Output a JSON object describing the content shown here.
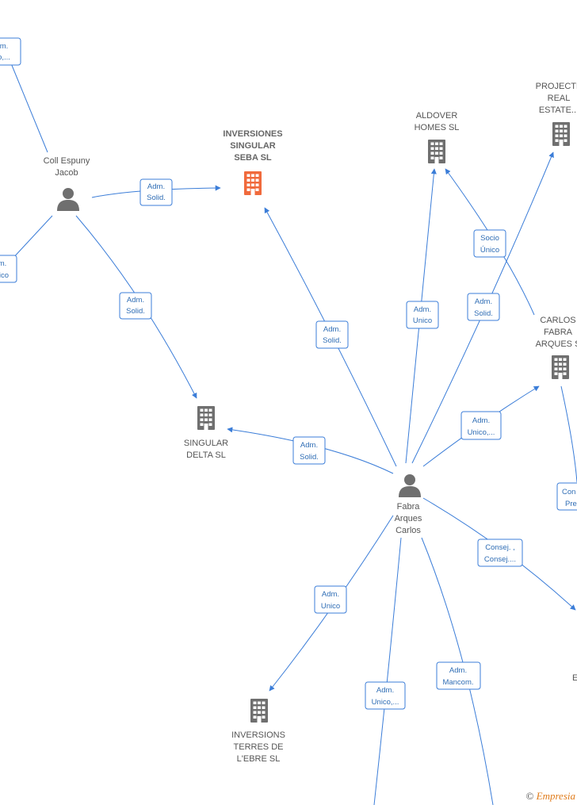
{
  "colors": {
    "edge": "#3b7dd8",
    "building": "#6f6f6f",
    "highlight": "#f06a3c",
    "person": "#6f6f6f"
  },
  "nodes": [
    {
      "id": "n-topleft",
      "type": "label-only",
      "lines": [
        "m.",
        "o,..."
      ]
    },
    {
      "id": "n-coll",
      "type": "person",
      "lines": [
        "Coll Espuny",
        "Jacob"
      ]
    },
    {
      "id": "n-leftmid",
      "type": "label-only",
      "lines": [
        "m.",
        "ico"
      ]
    },
    {
      "id": "n-seba",
      "type": "company-highlight",
      "lines": [
        "INVERSIONES",
        "SINGULAR",
        "SEBA  SL"
      ]
    },
    {
      "id": "n-aldover",
      "type": "company",
      "lines": [
        "ALDOVER",
        "HOMES  SL"
      ]
    },
    {
      "id": "n-project",
      "type": "company",
      "lines": [
        "PROJECTE",
        "REAL",
        "ESTATE..."
      ]
    },
    {
      "id": "n-carlos-co",
      "type": "company",
      "lines": [
        "CARLOS",
        "FABRA",
        "ARQUES  S"
      ]
    },
    {
      "id": "n-delta",
      "type": "company",
      "lines": [
        "SINGULAR",
        "DELTA  SL"
      ]
    },
    {
      "id": "n-fabra",
      "type": "person",
      "lines": [
        "Fabra",
        "Arques",
        "Carlos"
      ]
    },
    {
      "id": "n-inversions",
      "type": "company",
      "lines": [
        "INVERSIONS",
        "TERRES DE",
        "L'EBRE  SL"
      ]
    },
    {
      "id": "n-right-e",
      "type": "label-only",
      "lines": [
        "E"
      ]
    }
  ],
  "edge_labels": [
    {
      "id": "e1",
      "lines": [
        "m.",
        "o,..."
      ]
    },
    {
      "id": "e2",
      "lines": [
        "Adm.",
        "Solid."
      ]
    },
    {
      "id": "e3",
      "lines": [
        "m.",
        "ico"
      ]
    },
    {
      "id": "e4",
      "lines": [
        "Adm.",
        "Solid."
      ]
    },
    {
      "id": "e5",
      "lines": [
        "Adm.",
        "Solid."
      ]
    },
    {
      "id": "e6",
      "lines": [
        "Adm.",
        "Unico"
      ]
    },
    {
      "id": "e7",
      "lines": [
        "Socio",
        "Único"
      ]
    },
    {
      "id": "e8",
      "lines": [
        "Adm.",
        "Solid."
      ]
    },
    {
      "id": "e9",
      "lines": [
        "Adm.",
        "Unico,..."
      ]
    },
    {
      "id": "e10",
      "lines": [
        "Adm.",
        "Solid."
      ]
    },
    {
      "id": "e11",
      "lines": [
        "Con",
        "Pre"
      ]
    },
    {
      "id": "e12",
      "lines": [
        "Consej. ,",
        "Consej...."
      ]
    },
    {
      "id": "e13",
      "lines": [
        "Adm.",
        "Unico"
      ]
    },
    {
      "id": "e14",
      "lines": [
        "Adm.",
        "Mancom."
      ]
    },
    {
      "id": "e15",
      "lines": [
        "Adm.",
        "Unico,..."
      ]
    }
  ],
  "footer": {
    "copyright": "©",
    "brand": "Empresia"
  }
}
